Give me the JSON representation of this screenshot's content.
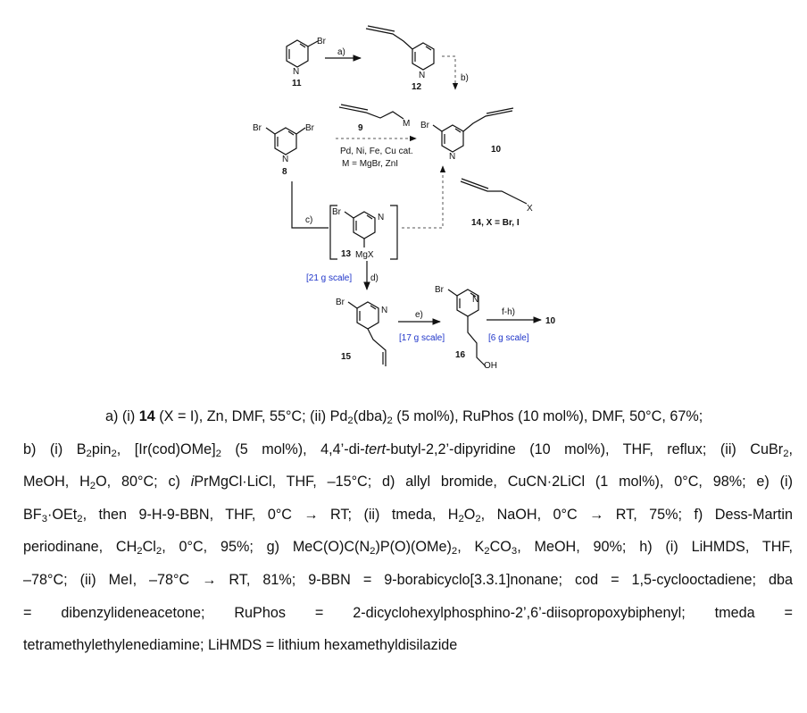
{
  "compounds": {
    "c11": "11",
    "c12": "12",
    "c8": "8",
    "c9": "9",
    "c10": "10",
    "c13": "13",
    "c14": "14, X = Br, I",
    "c15": "15",
    "c16": "16",
    "c10b": "10"
  },
  "atoms": {
    "br": "Br",
    "n": "N",
    "m": "M",
    "x": "X",
    "mgx": "MgX",
    "oh": "OH"
  },
  "steps": {
    "a": "a)",
    "b": "b)",
    "c": "c)",
    "d": "d)",
    "e": "e)",
    "fh": "f-h)"
  },
  "conditions": {
    "cat": "Pd, Ni, Fe, Cu cat.",
    "m_def": "M = MgBr, ZnI"
  },
  "scale_notes": {
    "d": "[21 g scale]",
    "e": "[17 g scale]",
    "fh": "[6 g scale]"
  },
  "colors": {
    "scale_note": "#1f35c9",
    "text": "#111111"
  },
  "footnote": {
    "a_pre": "a) (i) ",
    "a_bold": "14",
    "a_post": " (X = I), Zn, DMF, 55°C; (ii) Pd",
    "a_dba": "(dba)",
    "a_tail": " (5 mol%), RuPhos (10 mol%), DMF, 50°C, 67%;",
    "b1": "b) (i) B",
    "b1_pin": "pin",
    "b1_mid": ", [Ir(cod)OMe]",
    "b1_tail": " (5 mol%), 4,4’-di-",
    "b1_tert": "tert",
    "b1_end": "-butyl-2,2’-dipyridine (10 mol%), THF, reflux; (ii) CuBr",
    "line3_a": "MeOH, H",
    "line3_b": "O, 80°C; c) ",
    "line3_ipr": "i",
    "line3_c": "PrMgCl·LiCl, THF, –15°C; d) allyl bromide, CuCN·2LiCl (1 mol%), 0°C, 98%; e) (i)",
    "line4_a": "BF",
    "line4_b": "·OEt",
    "line4_c": ", then 9-H-9-BBN, THF, 0°C → RT; (ii) tmeda, H",
    "line4_d": "O",
    "line4_e": ", NaOH, 0°C → RT, 75%; f) Dess-Martin",
    "line5_a": "periodinane, CH",
    "line5_b": "Cl",
    "line5_c": ", 0°C, 95%; g) MeC(O)C(N",
    "line5_d": ")P(O)(OMe)",
    "line5_e": ", K",
    "line5_f": "CO",
    "line5_g": ", MeOH, 90%; h) (i) LiHMDS, THF,",
    "line6": "–78°C; (ii) MeI, –78°C → RT, 81%; 9-BBN = 9-borabicyclo[3.3.1]nonane; cod = 1,5-cyclooctadiene; dba",
    "line7": "= dibenzylideneacetone; RuPhos = 2-dicyclohexylphosphino-2’,6’-diisopropoxybiphenyl; tmeda =",
    "line8": "tetramethylethylenediamine; LiHMDS = lithium hexamethyldisilazide",
    "sub2": "2",
    "sub3": "3"
  }
}
